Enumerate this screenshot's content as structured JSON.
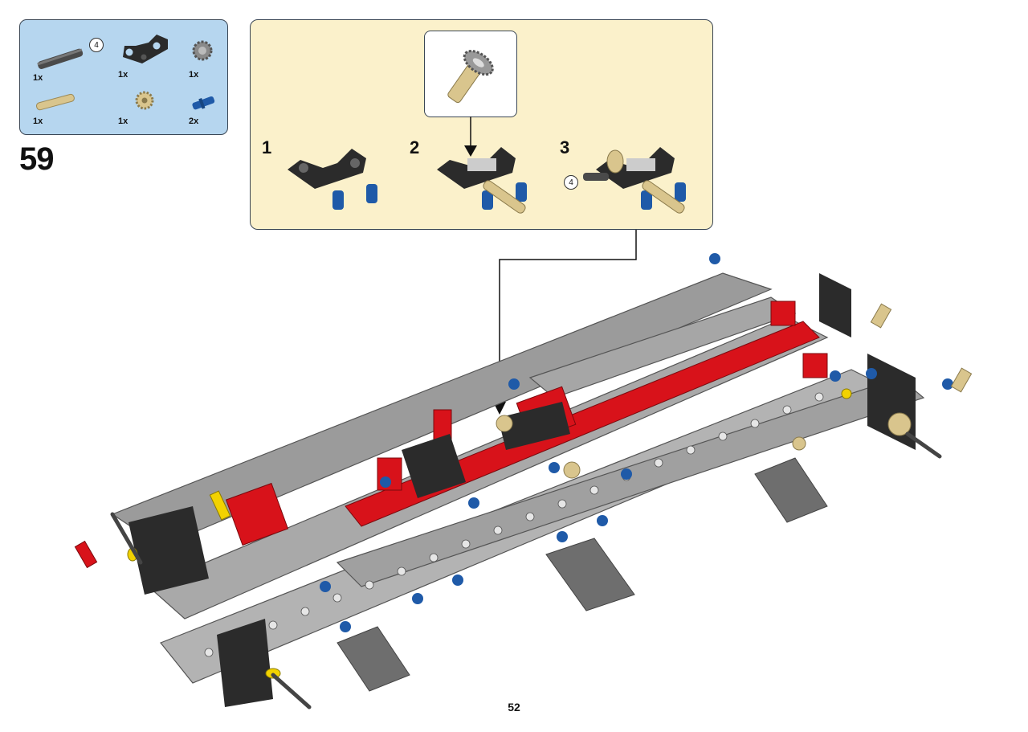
{
  "parts_list": {
    "items": [
      {
        "name": "axle",
        "qty": "1x",
        "badge": "4"
      },
      {
        "name": "bent-liftarm",
        "qty": "1x"
      },
      {
        "name": "gear",
        "qty": "1x"
      },
      {
        "name": "tan-axle-pin",
        "qty": "1x"
      },
      {
        "name": "bevel-gear",
        "qty": "1x"
      },
      {
        "name": "blue-pin",
        "qty": "2x"
      }
    ]
  },
  "step": {
    "number": "59"
  },
  "sub_steps": {
    "labels": [
      "1",
      "2",
      "3"
    ],
    "badge": "4"
  },
  "page": {
    "number": "52"
  },
  "colors": {
    "parts_bg": "#b6d6ef",
    "substep_bg": "#fbf1cb",
    "beam_gray": "#a9a9a9",
    "red": "#d8121a",
    "blue": "#1f5aa8",
    "tan": "#d9c58d"
  }
}
